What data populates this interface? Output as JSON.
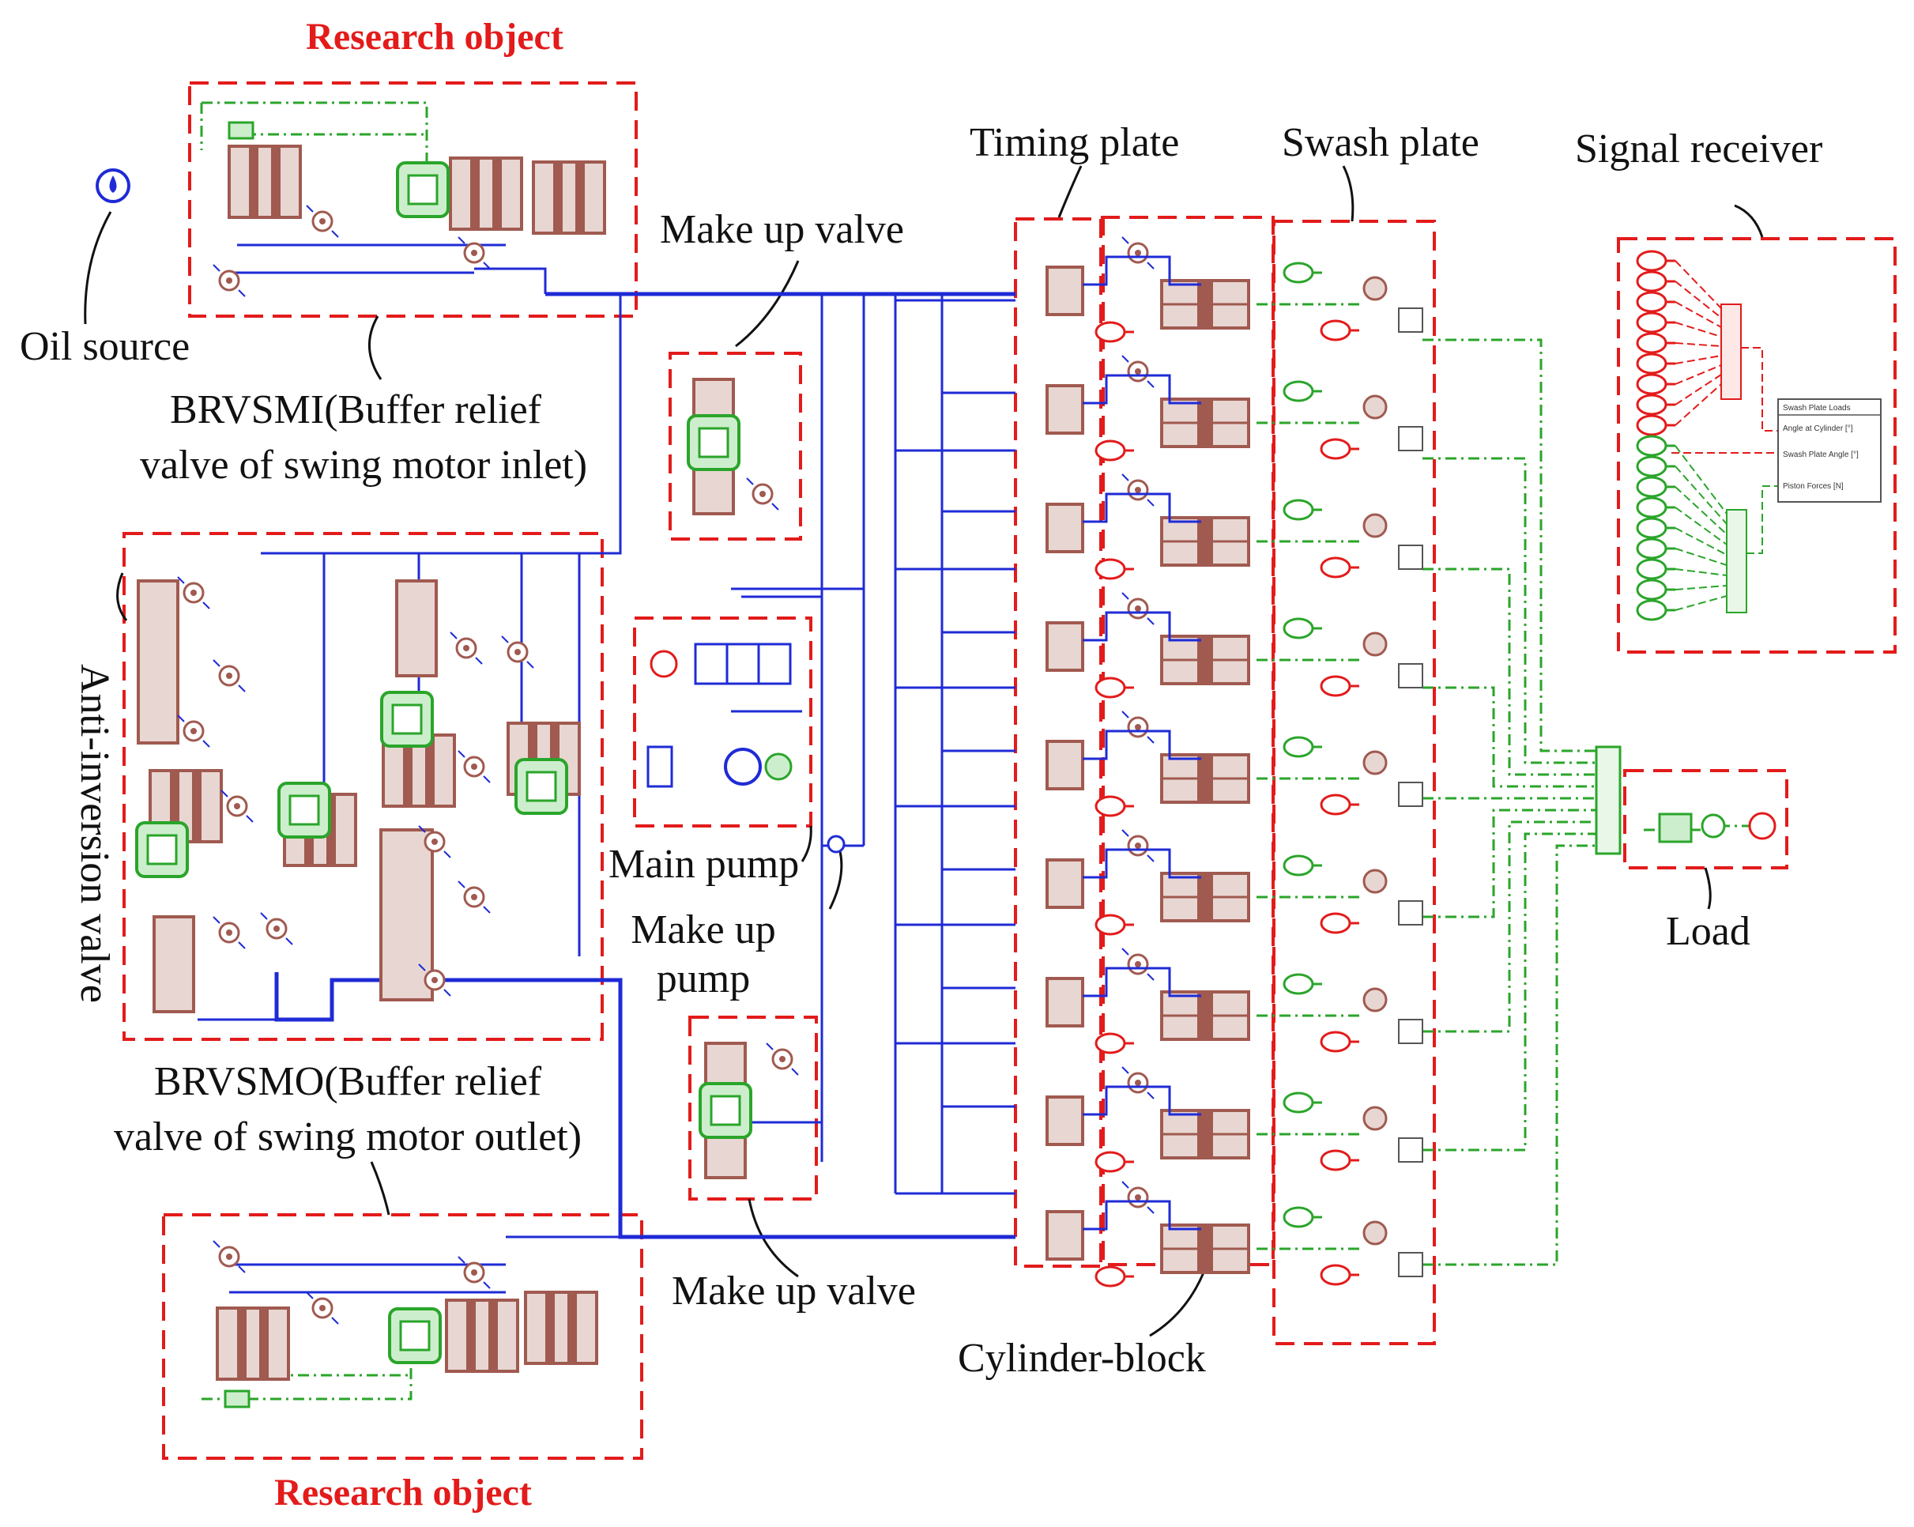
{
  "labels": {
    "research_top": "Research object",
    "research_bottom": "Research object",
    "oil_source": "Oil source",
    "brvsmi_line1": "BRVSMI(Buffer relief",
    "brvsmi_line2": "valve of swing motor inlet)",
    "anti_inversion": "Anti-inversion valve",
    "brvsmo_line1": "BRVSMO(Buffer relief",
    "brvsmo_line2": "valve of swing motor outlet)",
    "make_up_valve_top": "Make up valve",
    "main_pump": "Main pump",
    "make_up_pump_line1": "Make up",
    "make_up_pump_line2": "pump",
    "make_up_valve_bottom": "Make up valve",
    "timing_plate": "Timing plate",
    "swash_plate": "Swash plate",
    "signal_receiver": "Signal receiver",
    "cylinder_block": "Cylinder-block",
    "load": "Load"
  },
  "signal_panel": {
    "header": "Swash Plate Loads",
    "ports": [
      "Angle at Cylinder [°]",
      "Swash Plate Angle [°]",
      "Piston Forces [N]"
    ]
  },
  "colors": {
    "frame": "#e31b1b",
    "hydraulic": "#1f2bd6",
    "signal": "#2aa52a",
    "component": "#a05a50",
    "component_fill": "#e8d6d2",
    "green_component": "#2aa52a"
  }
}
